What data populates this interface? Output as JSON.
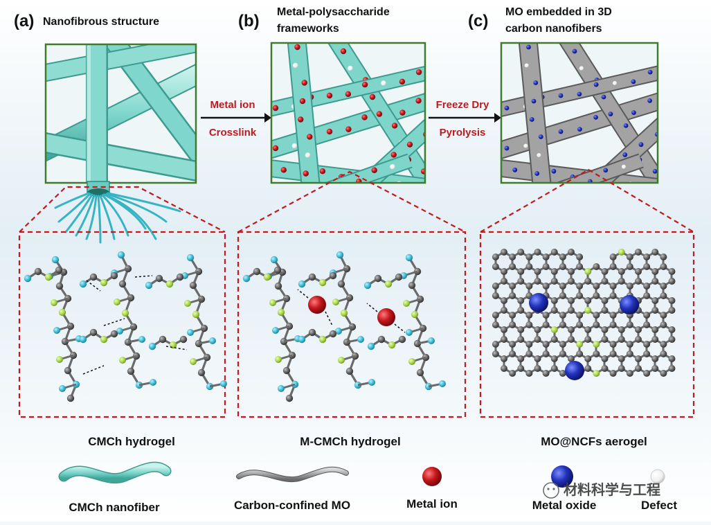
{
  "panels": [
    {
      "letter": "(a)",
      "title_lines": [
        "Nanofibrous structure"
      ]
    },
    {
      "letter": "(b)",
      "title_lines": [
        "Metal-polysaccharide",
        "frameworks"
      ]
    },
    {
      "letter": "(c)",
      "title_lines": [
        "MO embedded in 3D",
        "carbon nanofibers"
      ]
    }
  ],
  "arrows": [
    {
      "top": "Metal ion",
      "bottom": "Crosslink"
    },
    {
      "top": "Freeze Dry",
      "bottom": "Pyrolysis"
    }
  ],
  "captions": [
    "CMCh hydrogel",
    "M-CMCh hydrogel",
    "MO@NCFs aerogel"
  ],
  "legend": {
    "cmch_nanofiber": "CMCh nanofiber",
    "carbon_confined_mo": "Carbon-confined MO",
    "metal_ion": "Metal ion",
    "metal_oxide": "Metal oxide",
    "defect": "Defect"
  },
  "watermark": "材料科学与工程",
  "colors": {
    "fiber": "#7fd6cc",
    "carbon": "#9a9a9a",
    "metal_ion": "#b3161b",
    "metal_oxide": "#1f2fb0",
    "node_dark": "#5a5a5a",
    "node_cyan": "#3fc0d4",
    "node_green": "#a6d34a",
    "frame_green": "#3f7b2c",
    "dashed_red": "#c0191e"
  }
}
